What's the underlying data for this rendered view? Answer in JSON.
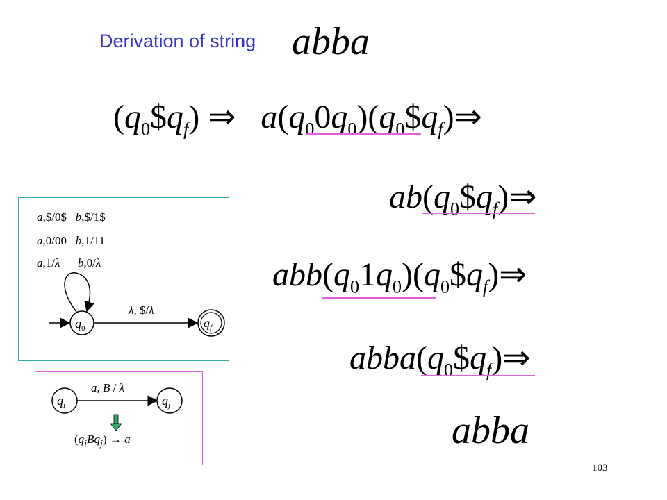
{
  "slide": {
    "title_text": "Derivation of string",
    "title_string": "abba",
    "page_number": "103"
  },
  "derivation": {
    "step1_left": "(q0$qf)",
    "step1_right": "a(q0 0q0)(q0$qf)",
    "step2": "ab(q0$qf)",
    "step3": "abb(q0 1q0)(q0$qf)",
    "step4": "abba(q0$qf)",
    "result": "abba",
    "arrow": "⇒"
  },
  "pda": {
    "transitions": [
      [
        "a,$/0$",
        "b,$/1$"
      ],
      [
        "a,0/00",
        "b,1/11"
      ],
      [
        "a,1/λ",
        "b,0/λ"
      ]
    ],
    "start_state": "q0",
    "final_state": "qf",
    "edge_label": "λ,$/λ"
  },
  "rule": {
    "from_state": "qi",
    "to_state": "qj",
    "edge_label": "a, B / λ",
    "production": "(qiBqj) → a"
  },
  "colors": {
    "title": "#3333cc",
    "underline": "#e060e0",
    "pda_border": "#33aaaa",
    "rule_border": "#e060e0",
    "down_arrow": "#33aa66"
  }
}
